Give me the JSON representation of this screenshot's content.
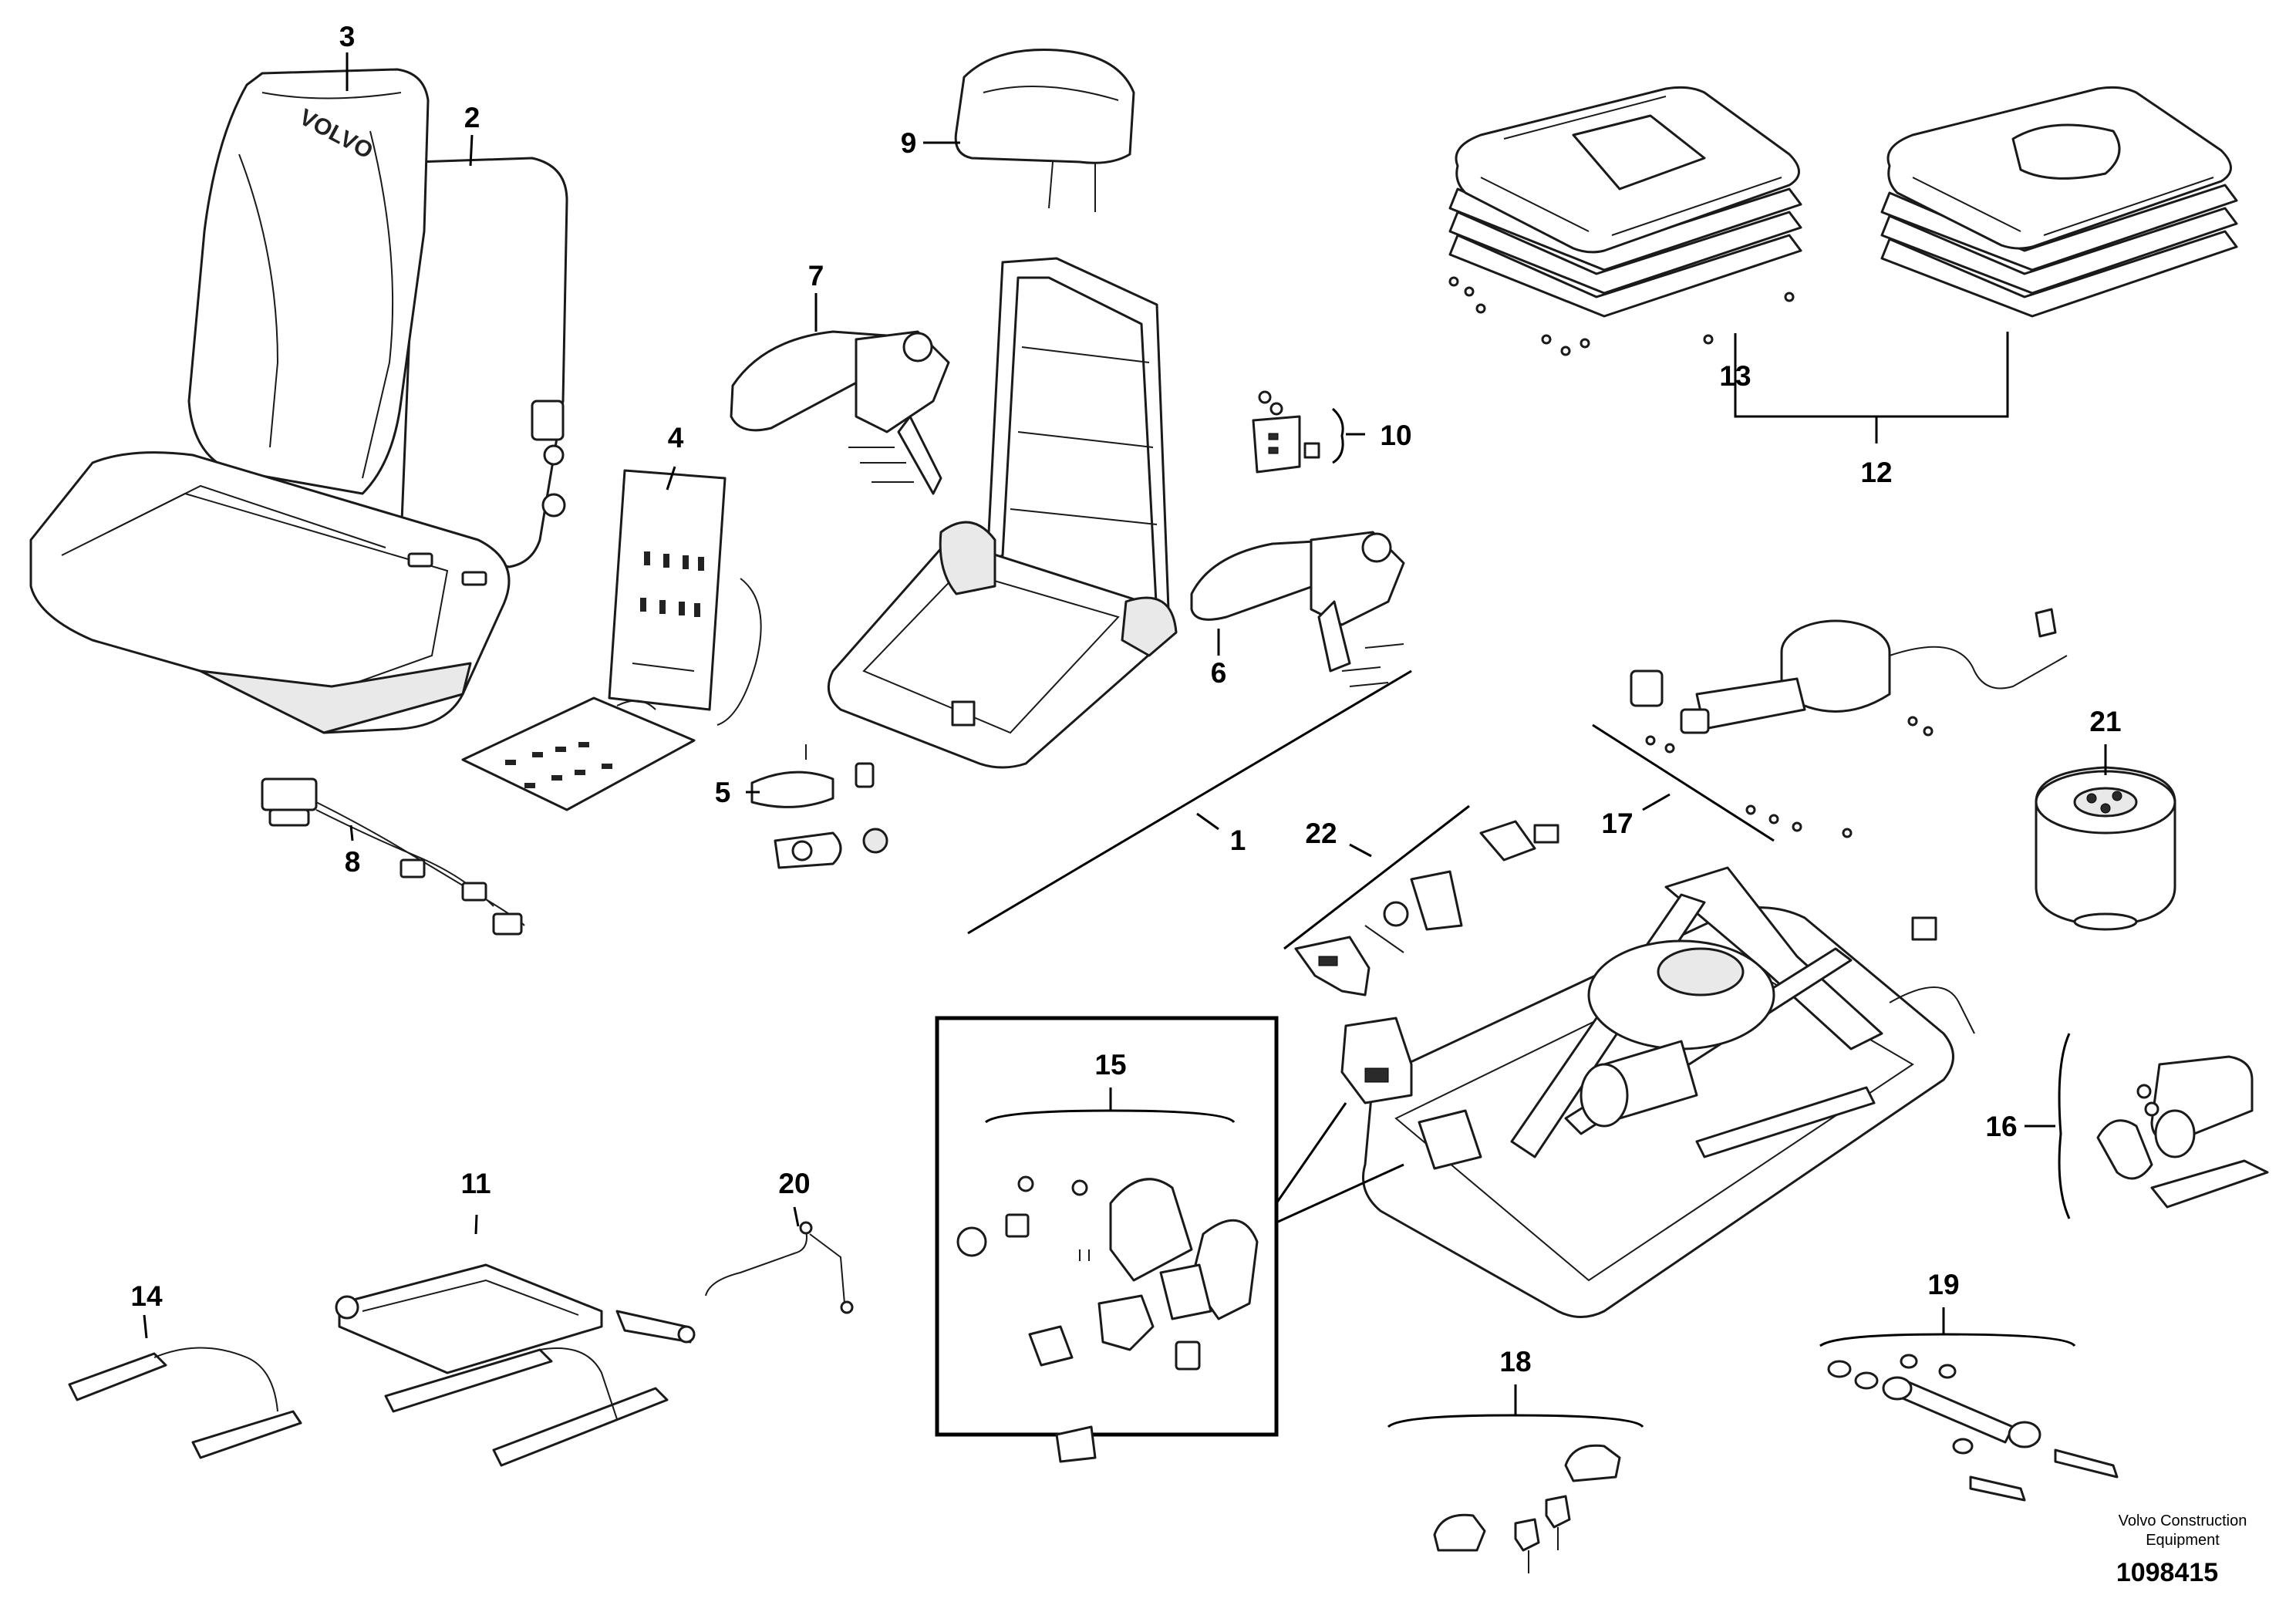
{
  "brand_text": "VOLVO",
  "callouts": [
    {
      "id": "1",
      "label": "1"
    },
    {
      "id": "2",
      "label": "2"
    },
    {
      "id": "3",
      "label": "3"
    },
    {
      "id": "4",
      "label": "4"
    },
    {
      "id": "5",
      "label": "5"
    },
    {
      "id": "6",
      "label": "6"
    },
    {
      "id": "7",
      "label": "7"
    },
    {
      "id": "8",
      "label": "8"
    },
    {
      "id": "9",
      "label": "9"
    },
    {
      "id": "10",
      "label": "10"
    },
    {
      "id": "11",
      "label": "11"
    },
    {
      "id": "12",
      "label": "12"
    },
    {
      "id": "13",
      "label": "13"
    },
    {
      "id": "14",
      "label": "14"
    },
    {
      "id": "15",
      "label": "15"
    },
    {
      "id": "16",
      "label": "16"
    },
    {
      "id": "17",
      "label": "17"
    },
    {
      "id": "18",
      "label": "18"
    },
    {
      "id": "19",
      "label": "19"
    },
    {
      "id": "20",
      "label": "20"
    },
    {
      "id": "21",
      "label": "21"
    },
    {
      "id": "22",
      "label": "22"
    }
  ],
  "footer": {
    "credit_line1": "Volvo Construction",
    "credit_line2": "Equipment",
    "document_number": "1098415"
  }
}
